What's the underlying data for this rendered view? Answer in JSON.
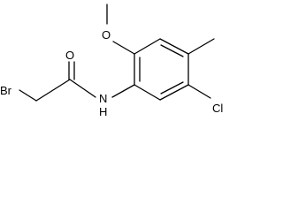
{
  "molecule": {
    "atoms": {
      "bromine": "Br",
      "carbonyl_oxygen": "O",
      "amide_nitrogen": "N",
      "amide_hydrogen": "H",
      "methoxy_oxygen": "O",
      "chlorine": "Cl"
    }
  },
  "colors": {
    "bond": "#000000",
    "label": "#000000",
    "background": "#ffffff"
  }
}
